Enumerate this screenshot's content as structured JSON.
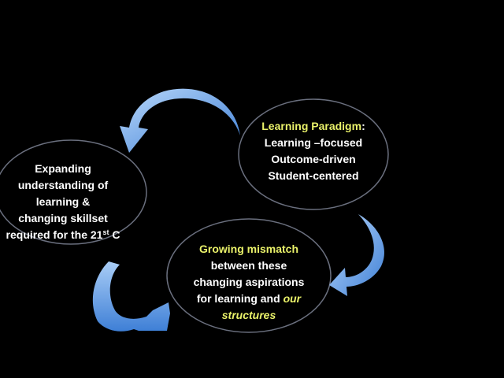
{
  "colors": {
    "background": "#000000",
    "circle_fill": "#000000",
    "circle_stroke": "#6a6f7e",
    "text": "#ffffff",
    "highlight": "#eaf26a",
    "arrow_light": "#a9cdf6",
    "arrow_dark": "#3e7fd6"
  },
  "nodes": {
    "left": {
      "line1": "Expanding",
      "line2": "understanding of",
      "line3": "learning &",
      "line4": "changing skillset",
      "line5_main": "required for the 21",
      "line5_sup": "st",
      "line5_end": " C"
    },
    "right": {
      "title": "Learning Paradigm",
      "title_suffix": ":",
      "line2": "Learning –focused",
      "line3": "Outcome-driven",
      "line4": "Student-centered"
    },
    "bottom": {
      "title": "Growing mismatch",
      "line2": "between these",
      "line3": "changing aspirations",
      "line4_main": "for learning and ",
      "line4_emph": "our",
      "line5_emph": "structures"
    }
  },
  "arrows": [
    {
      "name": "arrow-right-to-left",
      "icon": "curved-arrow-icon"
    },
    {
      "name": "arrow-left-to-bottom",
      "icon": "curved-arrow-icon"
    },
    {
      "name": "arrow-right-to-bottom",
      "icon": "curved-arrow-icon"
    }
  ]
}
